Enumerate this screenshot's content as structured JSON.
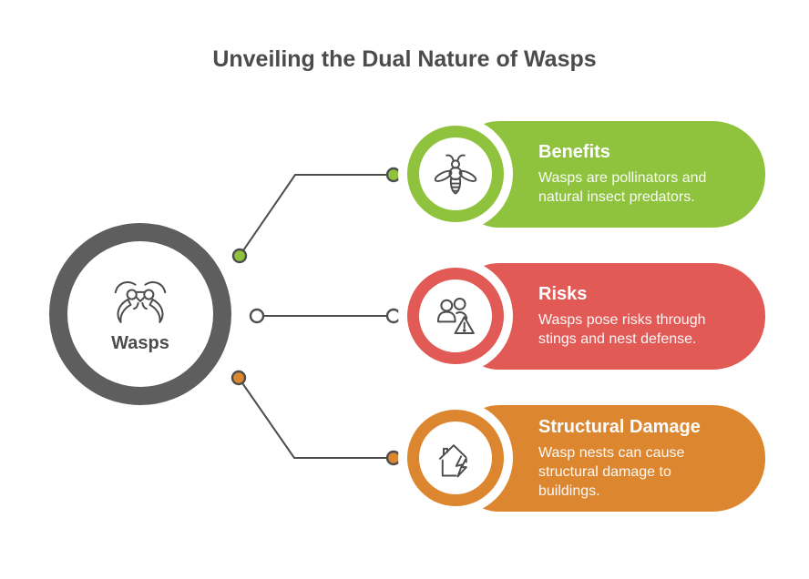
{
  "title": "Unveiling the Dual Nature of Wasps",
  "center": {
    "label": "Wasps",
    "icon": "wasp-icon",
    "ring_color": "#5e5e5e"
  },
  "colors": {
    "green": "#8fc23d",
    "red": "#e25a55",
    "orange": "#dd8630",
    "ring_gray": "#5e5e5e",
    "title_gray": "#4b4b4b",
    "icon_stroke": "#4d4d4d",
    "connector_line": "#4d4d4d"
  },
  "cards": [
    {
      "id": "benefits",
      "title": "Benefits",
      "description": "Wasps are pollinators and natural insect predators.",
      "icon": "bee-icon",
      "accent": "#8fc23d"
    },
    {
      "id": "risks",
      "title": "Risks",
      "description": "Wasps pose risks through stings and nest defense.",
      "icon": "people-warning-icon",
      "accent": "#e25a55"
    },
    {
      "id": "structural-damage",
      "title": "Structural Damage",
      "description": "Wasp nests can cause structural damage to buildings.",
      "icon": "damaged-house-icon",
      "accent": "#dd8630"
    }
  ],
  "connectors": [
    {
      "from": "center",
      "to": "benefits",
      "dot_color": "#8fc23d"
    },
    {
      "from": "center",
      "to": "risks",
      "dot_color": "#ffffff"
    },
    {
      "from": "center",
      "to": "structural-damage",
      "dot_color": "#dd8630"
    }
  ]
}
